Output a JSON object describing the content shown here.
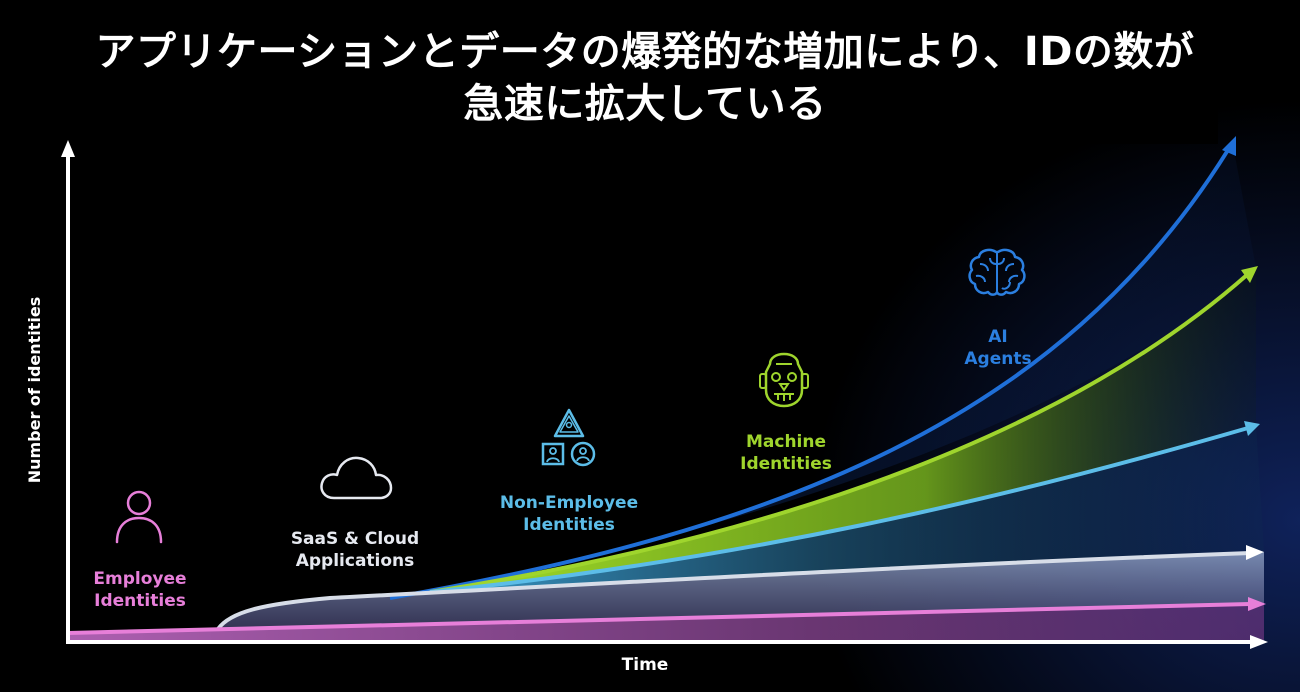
{
  "title": "アプリケーションとデータの爆発的な増加により、IDの数が急速に拡大している",
  "colors": {
    "background": "#000000",
    "employee": "#e77fd9",
    "saas": "#d7dde8",
    "non_employee": "#5cbde8",
    "machine": "#9fd52d",
    "ai_agents": "#1f6fd8",
    "axis": "#ffffff"
  },
  "chart_data": {
    "type": "area",
    "xlabel": "Time",
    "ylabel": "Number of identities",
    "grid": false,
    "legend": "inline labels along curve",
    "series": [
      {
        "name": "Employee Identities",
        "color": "#e77fd9",
        "icon": "person-icon"
      },
      {
        "name": "SaaS & Cloud Applications",
        "color": "#d7dde8",
        "icon": "cloud-icon"
      },
      {
        "name": "Non-Employee Identities",
        "color": "#5cbde8",
        "icon": "partner-shapes-icon"
      },
      {
        "name": "Machine Identities",
        "color": "#9fd52d",
        "icon": "robot-icon"
      },
      {
        "name": "AI Agents",
        "color": "#1f6fd8",
        "icon": "brain-icon"
      }
    ]
  },
  "labels": {
    "employee": "Employee\nIdentities",
    "saas": "SaaS & Cloud\nApplications",
    "non_employee": "Non-Employee\nIdentities",
    "machine": "Machine\nIdentities",
    "ai_agents": "AI\nAgents"
  }
}
